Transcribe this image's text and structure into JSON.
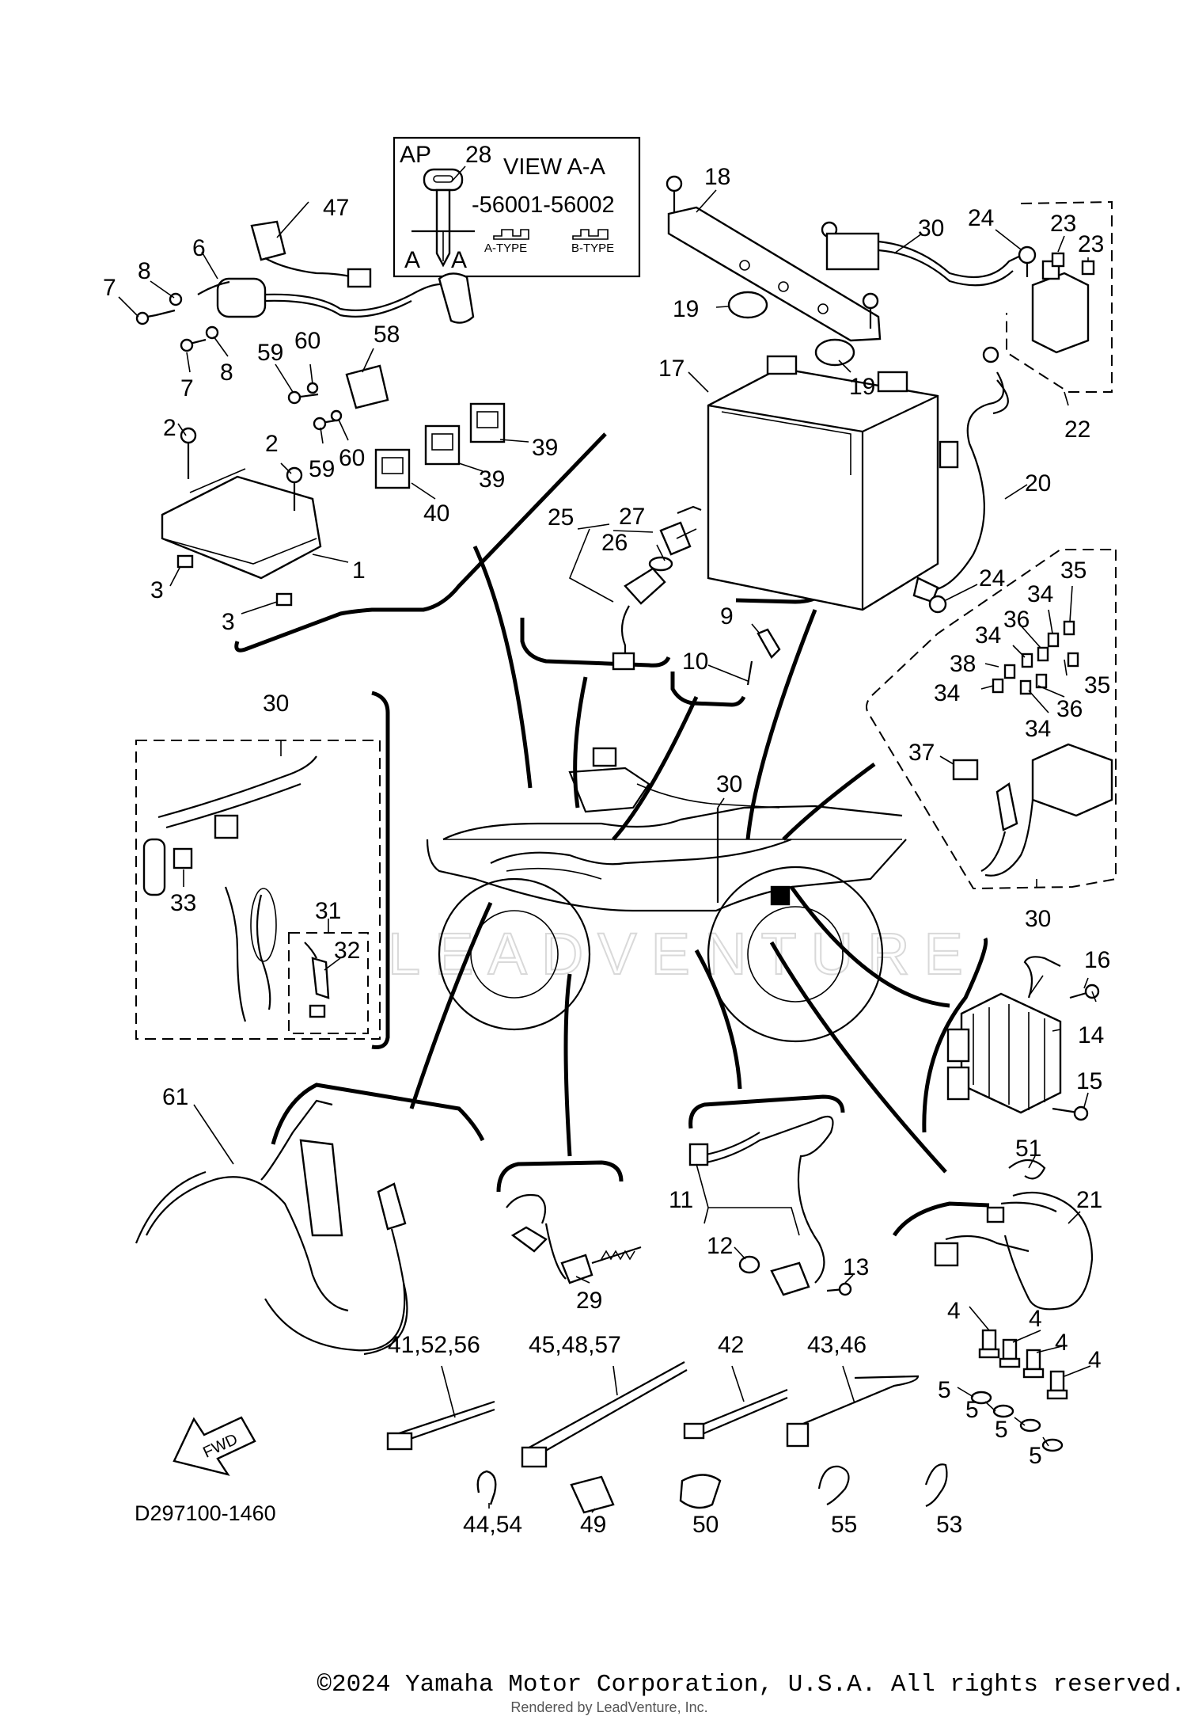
{
  "diagram_id": "D297100-1460",
  "footer": {
    "copyright": "©2024 Yamaha Motor Corporation, U.S.A. All rights reserved.",
    "rendered_by": "Rendered by LeadVenture, Inc."
  },
  "watermark": "LEADVENTURE",
  "view_box": {
    "ap": "AP",
    "part": "28",
    "title": "VIEW A-A",
    "codes": "-56001-56002",
    "a_type": "A-TYPE",
    "b_type": "B-TYPE",
    "section_left": "A",
    "section_right": "A"
  },
  "fwd_label": "FWD",
  "callouts": [
    "1",
    "2",
    "3",
    "4",
    "5",
    "6",
    "7",
    "8",
    "9",
    "10",
    "11",
    "12",
    "13",
    "14",
    "15",
    "16",
    "17",
    "18",
    "19",
    "20",
    "21",
    "22",
    "23",
    "24",
    "25",
    "26",
    "27",
    "29",
    "30",
    "31",
    "32",
    "33",
    "34",
    "35",
    "36",
    "37",
    "38",
    "39",
    "40",
    "41,52,56",
    "42",
    "43,46",
    "44,54",
    "45,48,57",
    "47",
    "49",
    "50",
    "51",
    "53",
    "55",
    "58",
    "59",
    "60",
    "61"
  ]
}
